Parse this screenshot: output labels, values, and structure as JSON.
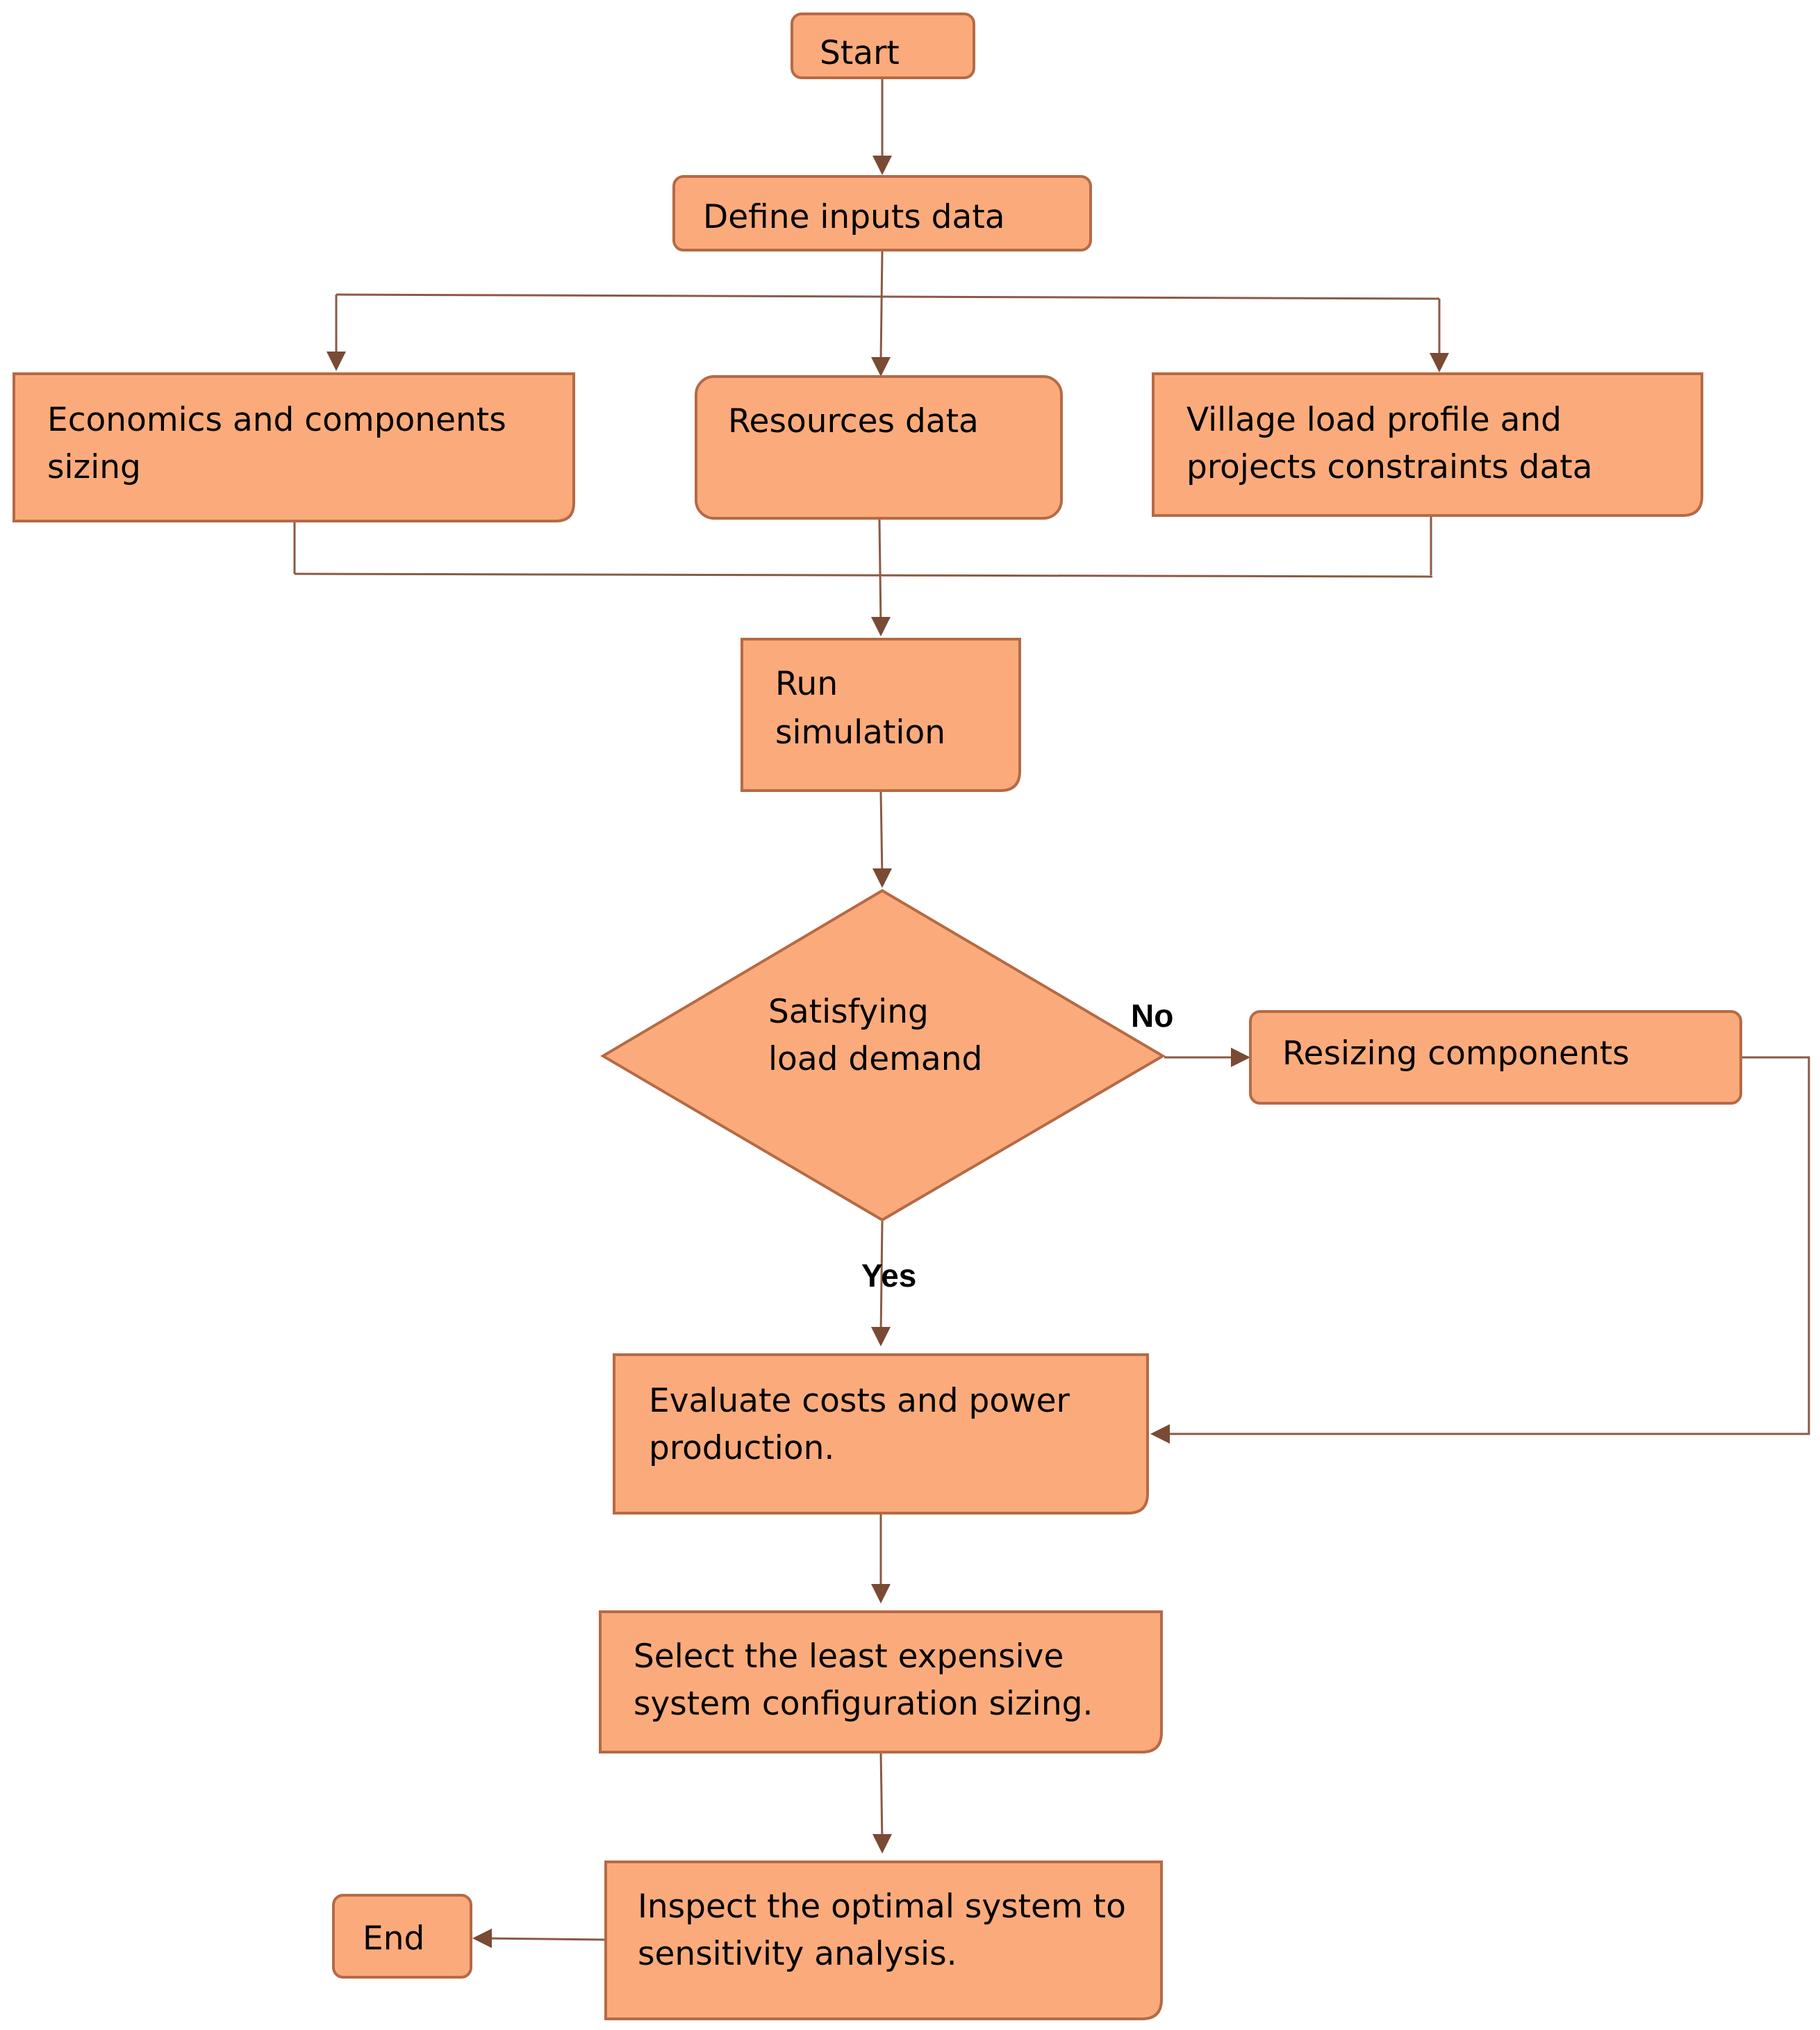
{
  "flowchart": {
    "nodes": {
      "start": {
        "lines": [
          "Start"
        ]
      },
      "define_inputs": {
        "lines": [
          "Define inputs data"
        ]
      },
      "economics": {
        "lines": [
          "Economics and components",
          "sizing"
        ]
      },
      "resources": {
        "lines": [
          "Resources data"
        ]
      },
      "village_load": {
        "lines": [
          "Village load profile  and",
          "projects constraints data"
        ]
      },
      "run_simulation": {
        "lines": [
          "Run",
          "simulation"
        ]
      },
      "decision": {
        "lines": [
          "Satisfying",
          "load demand"
        ]
      },
      "resizing": {
        "lines": [
          "Resizing components"
        ]
      },
      "evaluate": {
        "lines": [
          "Evaluate costs and power",
          "production."
        ]
      },
      "select": {
        "lines": [
          "Select the least expensive",
          "system configuration sizing."
        ]
      },
      "inspect": {
        "lines": [
          "Inspect the optimal system to",
          "sensitivity analysis."
        ]
      },
      "end": {
        "lines": [
          "End"
        ]
      }
    },
    "edge_labels": {
      "no": "No",
      "yes": "Yes"
    },
    "colors": {
      "box_fill": "#fbab7b",
      "box_stroke": "#b56a45",
      "connector": "#8a5a44"
    }
  }
}
